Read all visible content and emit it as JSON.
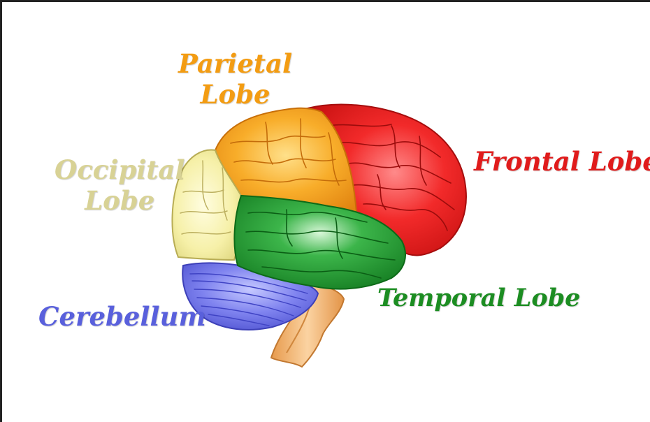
{
  "diagram": {
    "labels": {
      "parietal": [
        "Parietal",
        "Lobe"
      ],
      "occipital": [
        "Occipital",
        "Lobe"
      ],
      "frontal": "Frontal Lobe",
      "temporal": "Temporal Lobe",
      "cerebellum": "Cerebellum"
    },
    "colors": {
      "parietal": "#f5a21c",
      "occipital": "#f4efa6",
      "frontal": "#ee1c1c",
      "temporal": "#1d9a2c",
      "cerebellum": "#6a6ee6",
      "brainstem": "#f3b777",
      "parietal_label": "#f39c12",
      "occipital_label": "#d8d295",
      "frontal_label": "#e01b1b",
      "temporal_label": "#1c8d22",
      "cerebellum_label": "#5960dc"
    }
  }
}
